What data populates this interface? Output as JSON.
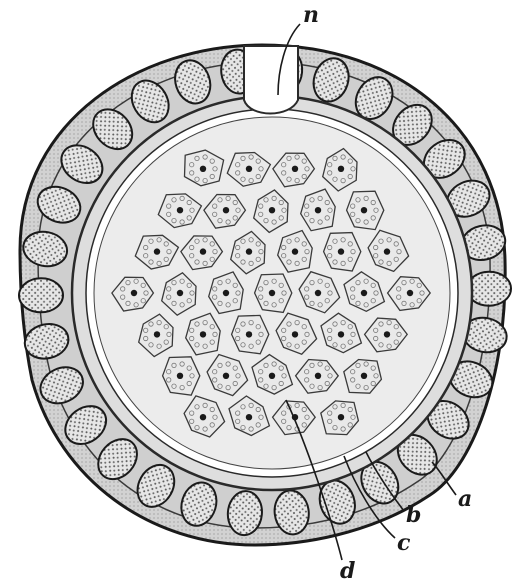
{
  "figure": {
    "labels": {
      "n": "n",
      "a": "a",
      "b": "b",
      "c": "c",
      "d": "d"
    },
    "colors": {
      "ink": "#1a1a1a",
      "wall_fill": "#cfcfcf",
      "cell_fill": "#d9d9d9",
      "stipple": "#5a5a5a",
      "paper": "#ffffff"
    }
  }
}
